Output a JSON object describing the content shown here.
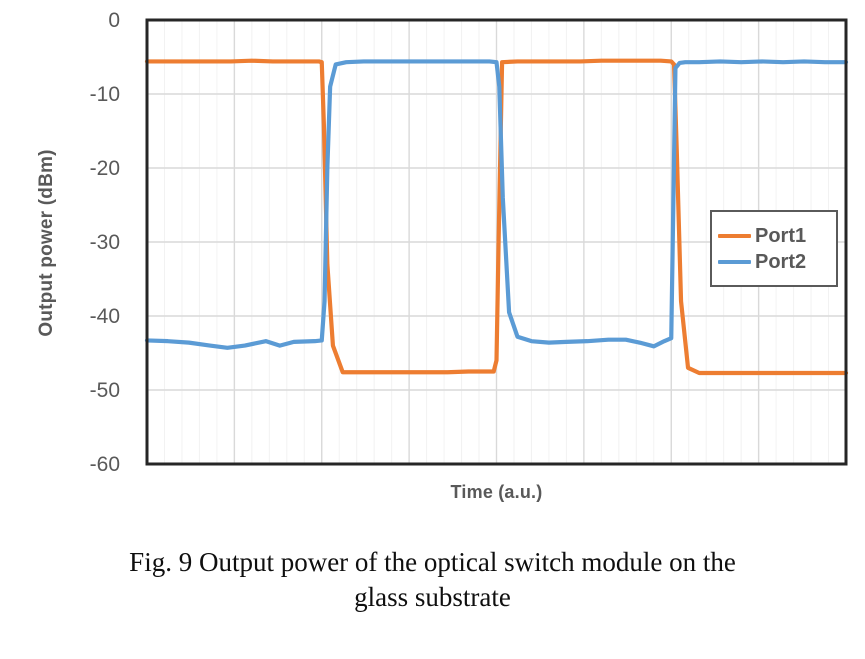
{
  "figure": {
    "caption_line1": "Fig. 9 Output power of the optical switch module on the",
    "caption_line2": "glass substrate"
  },
  "colors": {
    "port1": "#ED7D31",
    "port2": "#5B9BD5",
    "axis_text": "#595959",
    "plot_border": "#262626",
    "gridline_major": "#D9D9D9",
    "gridline_minor": "#F2F2F2",
    "legend_border": "#5A5A5A"
  },
  "chart_data": {
    "type": "line",
    "title": "",
    "xlabel": "Time (a.u.)",
    "ylabel": "Output power (dBm)",
    "ylim": [
      -60,
      0
    ],
    "yticks": [
      0,
      -10,
      -20,
      -30,
      -40,
      -50,
      -60
    ],
    "ytick_labels": [
      "0",
      "-10",
      "-20",
      "-30",
      "-40",
      "-50",
      "-60"
    ],
    "xlim": [
      0,
      100
    ],
    "xticks": [],
    "xtick_labels": [],
    "grid": "horizontal-major and vertical minor gridlines",
    "legend_position": "right-middle",
    "high_level_dbm": -5.6,
    "low_level_port1_dbm": -47.5,
    "low_level_port2_dbm": -43.3,
    "transitions_x": [
      25.0,
      50.1,
      75.5
    ],
    "series": [
      {
        "name": "Port1",
        "color": "#ED7D31",
        "x": [
          0.0,
          3.0,
          6.0,
          9.0,
          12.0,
          15.0,
          18.0,
          21.0,
          24.0,
          24.6,
          25.0,
          25.3,
          25.8,
          26.6,
          28.0,
          31.0,
          34.0,
          37.0,
          40.0,
          43.0,
          46.0,
          48.5,
          49.6,
          50.0,
          50.3,
          50.8,
          53.0,
          56.0,
          59.0,
          62.0,
          65.0,
          68.0,
          71.0,
          73.5,
          75.0,
          75.4,
          75.8,
          76.4,
          77.4,
          79.0,
          82.0,
          85.0,
          88.0,
          91.0,
          94.0,
          97.0,
          100.0
        ],
        "y": [
          -5.6,
          -5.6,
          -5.6,
          -5.6,
          -5.6,
          -5.5,
          -5.6,
          -5.6,
          -5.6,
          -5.6,
          -5.7,
          -14.0,
          -33.0,
          -44.0,
          -47.6,
          -47.6,
          -47.6,
          -47.6,
          -47.6,
          -47.6,
          -47.5,
          -47.5,
          -47.5,
          -46.0,
          -30.0,
          -5.7,
          -5.6,
          -5.6,
          -5.6,
          -5.6,
          -5.5,
          -5.5,
          -5.5,
          -5.5,
          -5.6,
          -6.0,
          -18.0,
          -38.0,
          -47.0,
          -47.7,
          -47.7,
          -47.7,
          -47.7,
          -47.7,
          -47.7,
          -47.7,
          -47.7
        ]
      },
      {
        "name": "Port2",
        "color": "#5B9BD5",
        "x": [
          0.0,
          3.0,
          6.0,
          9.0,
          11.5,
          14.0,
          17.0,
          19.0,
          21.0,
          24.0,
          25.0,
          25.4,
          25.8,
          26.2,
          27.0,
          28.5,
          31.0,
          34.0,
          37.0,
          40.0,
          43.0,
          46.0,
          49.0,
          50.0,
          50.4,
          50.9,
          51.8,
          53.0,
          55.0,
          57.5,
          60.0,
          63.0,
          66.0,
          68.5,
          70.5,
          72.5,
          74.0,
          75.0,
          75.6,
          76.2,
          77.0,
          79.0,
          82.0,
          85.0,
          88.0,
          91.0,
          94.0,
          97.0,
          100.0
        ],
        "y": [
          -43.3,
          -43.4,
          -43.6,
          -44.0,
          -44.3,
          -44.0,
          -43.4,
          -44.0,
          -43.5,
          -43.4,
          -43.3,
          -38.0,
          -20.0,
          -9.0,
          -6.0,
          -5.7,
          -5.6,
          -5.6,
          -5.6,
          -5.6,
          -5.6,
          -5.6,
          -5.6,
          -5.7,
          -9.0,
          -24.0,
          -39.5,
          -42.8,
          -43.4,
          -43.6,
          -43.5,
          -43.4,
          -43.2,
          -43.2,
          -43.6,
          -44.1,
          -43.4,
          -43.0,
          -6.5,
          -5.8,
          -5.7,
          -5.7,
          -5.6,
          -5.7,
          -5.6,
          -5.7,
          -5.6,
          -5.7,
          -5.7
        ]
      }
    ]
  },
  "legend": {
    "items": [
      {
        "label": "Port1",
        "color": "#ED7D31"
      },
      {
        "label": "Port2",
        "color": "#5B9BD5"
      }
    ]
  }
}
